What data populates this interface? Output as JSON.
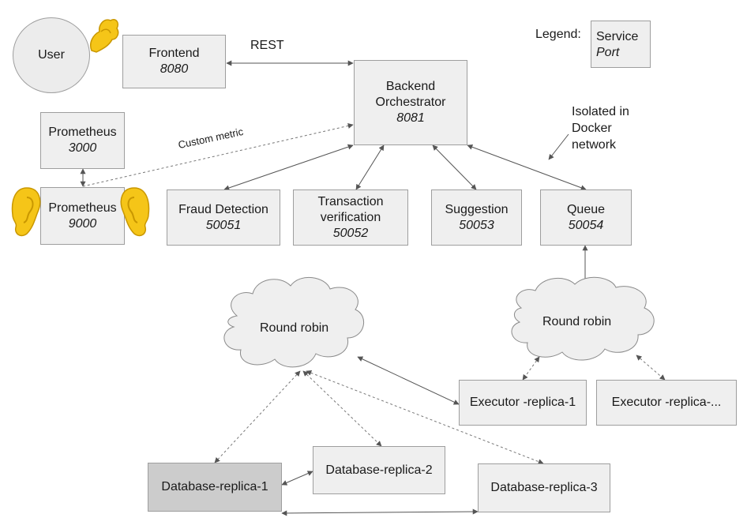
{
  "title": "",
  "user": {
    "label": "User"
  },
  "rest_label": "REST",
  "custom_metric_label": "Custom metric",
  "isolated_note": {
    "line1": "Isolated in",
    "line2": "Docker",
    "line3": "network"
  },
  "legend": {
    "title": "Legend:",
    "service": "Service",
    "port": "Port"
  },
  "services": {
    "frontend": {
      "name": "Frontend",
      "port": "8080"
    },
    "orchestrator": {
      "name1": "Backend",
      "name2": "Orchestrator",
      "port": "8081"
    },
    "prometheus_ui": {
      "name": "Prometheus",
      "port": "3000"
    },
    "prometheus": {
      "name": "Prometheus",
      "port": "9000"
    },
    "fraud": {
      "name": "Fraud Detection",
      "port": "50051"
    },
    "transaction": {
      "name1": "Transaction",
      "name2": "verification",
      "port": "50052"
    },
    "suggestion": {
      "name": "Suggestion",
      "port": "50053"
    },
    "queue": {
      "name": "Queue",
      "port": "50054"
    },
    "executor1": {
      "name": "Executor -replica-1"
    },
    "executor_n": {
      "name": "Executor -replica-..."
    },
    "db1": {
      "name": "Database-replica-1"
    },
    "db2": {
      "name": "Database-replica-2"
    },
    "db3": {
      "name": "Database-replica-3"
    }
  },
  "clouds": {
    "left": {
      "label": "Round robin"
    },
    "right": {
      "label": "Round robin"
    }
  },
  "colors": {
    "box_fill": "#efefef",
    "box_border": "#9e9e9e",
    "db1_fill": "#cccccc",
    "emoji": "#f5c518"
  }
}
